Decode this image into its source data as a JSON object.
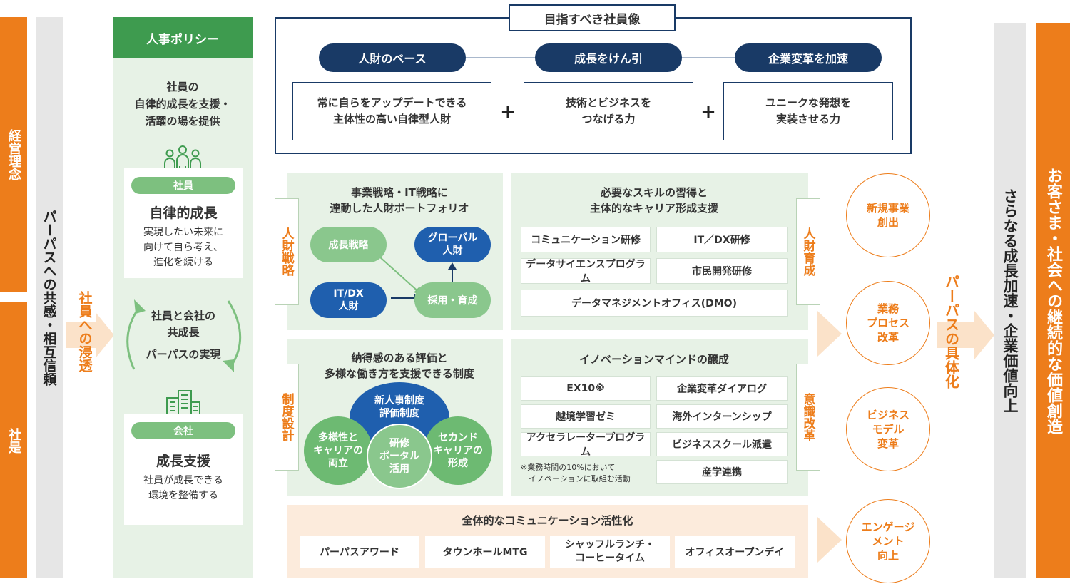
{
  "left": {
    "philosophy": "経営理念",
    "motto": "社是",
    "purpose_bar": "パーパスへの共感・相互信頼",
    "penetration": "社員への浸透"
  },
  "policy": {
    "header": "人事ポリシー",
    "intro": "社員の\n自律的成長を支援・\n活躍の場を提供",
    "employee_badge": "社員",
    "employee_title": "自律的成長",
    "employee_desc": "実現したい未来に\n向けて自ら考え、\n進化を続ける",
    "mid_title": "社員と会社の\n共成長",
    "mid_sub": "パーパスの実現",
    "company_badge": "会社",
    "company_title": "成長支援",
    "company_desc": "社員が成長できる\n環境を整備する"
  },
  "ideal": {
    "title": "目指すべき社員像",
    "items": [
      {
        "pill": "人財のベース",
        "box": "常に自らをアップデートできる\n主体性の高い自律型人財"
      },
      {
        "pill": "成長をけん引",
        "box": "技術とビジネスを\nつなげる力"
      },
      {
        "pill": "企業変革を加速",
        "box": "ユニークな発想を\n実装させる力"
      }
    ],
    "plus": "+"
  },
  "strategy": {
    "tab": "人財戦略",
    "title": "事業戦略・IT戦略に\n連動した人財ポートフォリオ",
    "growth": "成長戦略",
    "global": "グローバル\n人財",
    "itdx": "IT/DX\n人財",
    "hire": "採用・育成"
  },
  "dev": {
    "tab": "人財育成",
    "title": "必要なスキルの習得と\n主体的なキャリア形成支援",
    "items": [
      "コミュニケーション研修",
      "IT／DX研修",
      "データサイエンスプログラム",
      "市民開発研修",
      "データマネジメントオフィス(DMO)"
    ]
  },
  "system": {
    "tab": "制度設計",
    "title": "納得感のある評価と\n多様な働き方を支援できる制度",
    "top": "新人事制度\n評価制度",
    "left": "多様性と\nキャリアの\n両立",
    "middle": "研修\nポータル\n活用",
    "right": "セカンド\nキャリアの\n形成"
  },
  "mind": {
    "tab": "意識改革",
    "title": "イノベーションマインドの醸成",
    "items": [
      "EX10※",
      "企業変革ダイアログ",
      "越境学習ゼミ",
      "海外インターンシップ",
      "アクセラレータープログラム",
      "ビジネススクール派遣",
      "産学連携"
    ],
    "note": "※業務時間の10%において\n　イノベーションに取組む活動"
  },
  "comm": {
    "title": "全体的なコミュニケーション活性化",
    "items": [
      "パーパスアワード",
      "タウンホールMTG",
      "シャッフルランチ・\nコーヒータイム",
      "オフィスオープンデイ"
    ]
  },
  "outcomes": [
    "新規事業\n創出",
    "業務\nプロセス\n改革",
    "ビジネス\nモデル\n変革",
    "エンゲージ\nメント\n向上"
  ],
  "right": {
    "purpose": "パーパスの具体化",
    "growth": "さらなる成長加速・企業価値向上",
    "value": "お客さま・社会への継続的な価値創造"
  },
  "colors": {
    "orange": "#ED7D1B",
    "navy": "#193A66",
    "green": "#3E9B4F",
    "light_green": "#E7F2E6"
  }
}
